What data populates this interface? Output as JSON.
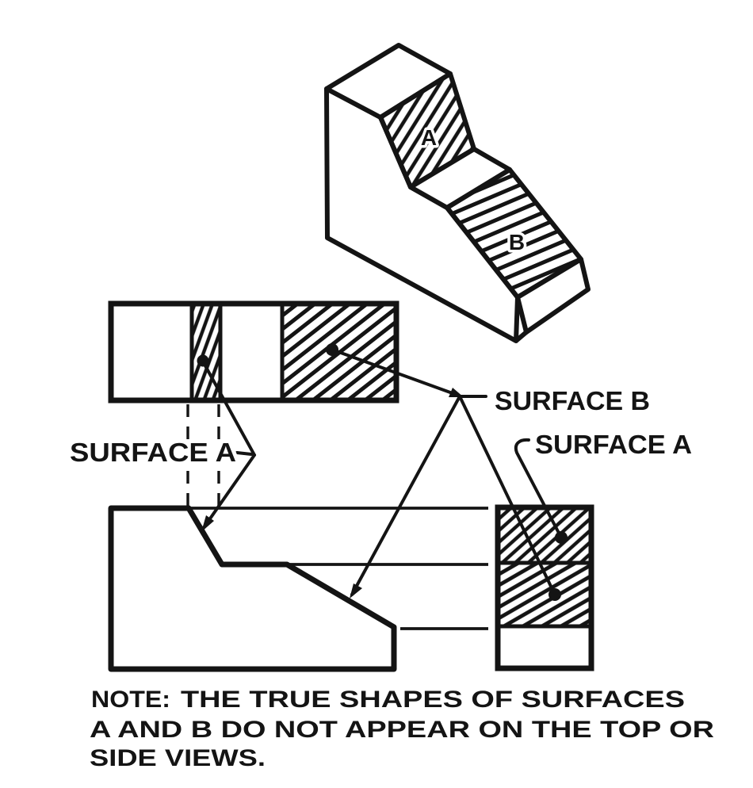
{
  "colors": {
    "ink": "#141414",
    "paper": "#ffffff"
  },
  "isometric_view": {
    "letter_a": "A",
    "letter_b": "B"
  },
  "callouts": {
    "surface_a_left": "SURFACE A",
    "surface_b": "SURFACE B",
    "surface_a_right": "SURFACE A"
  },
  "note": {
    "label": "NOTE:",
    "line1": "THE TRUE SHAPES OF SURFACES",
    "line2": "A AND B DO NOT APPEAR ON THE TOP OR",
    "line3": "SIDE VIEWS."
  }
}
